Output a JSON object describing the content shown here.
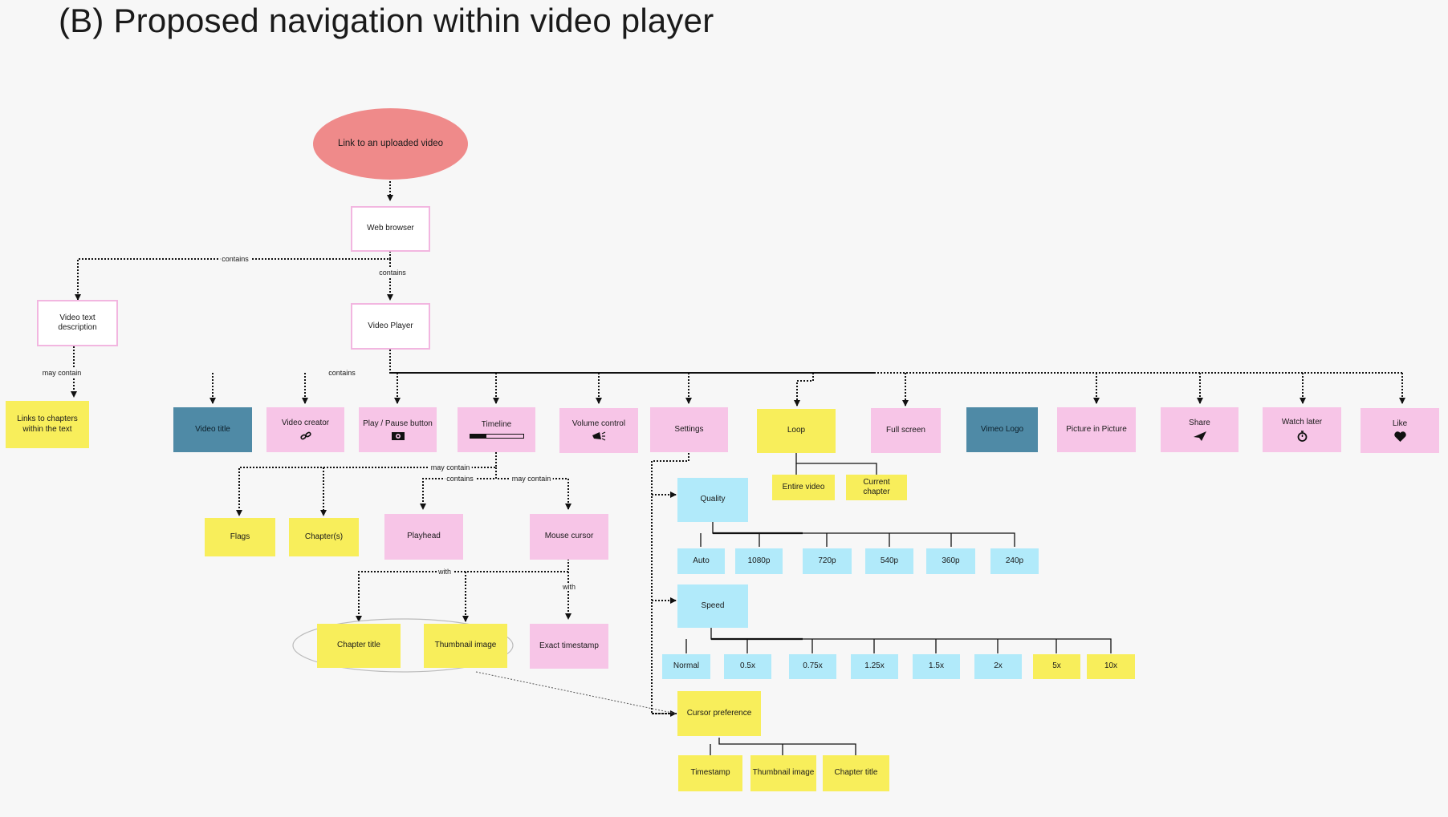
{
  "title": "(B) Proposed navigation within video player",
  "nodes": {
    "link": "Link to an uploaded video",
    "web_browser": "Web browser",
    "video_text_desc": "Video text description",
    "links_chapters": "Links to chapters within the text",
    "video_player": "Video Player",
    "video_title": "Video title",
    "video_creator": "Video creator",
    "play_pause": "Play / Pause button",
    "timeline": "Timeline",
    "volume": "Volume control",
    "settings": "Settings",
    "loop": "Loop",
    "fullscreen": "Full screen",
    "vimeo_logo": "Vimeo Logo",
    "pip": "Picture in Picture",
    "share": "Share",
    "watch_later": "Watch later",
    "like": "Like",
    "entire_video": "Entire video",
    "current_chapter": "Current chapter",
    "flags": "Flags",
    "chapters": "Chapter(s)",
    "playhead": "Playhead",
    "mouse_cursor": "Mouse cursor",
    "chapter_title": "Chapter title",
    "thumbnail_image": "Thumbnail image",
    "exact_timestamp": "Exact timestamp",
    "quality": "Quality",
    "q_auto": "Auto",
    "q_1080": "1080p",
    "q_720": "720p",
    "q_540": "540p",
    "q_360": "360p",
    "q_240": "240p",
    "speed": "Speed",
    "s_normal": "Normal",
    "s_05": "0.5x",
    "s_075": "0.75x",
    "s_125": "1.25x",
    "s_15": "1.5x",
    "s_2": "2x",
    "s_5": "5x",
    "s_10": "10x",
    "cursor_pref": "Cursor preference",
    "cp_timestamp": "Timestamp",
    "cp_thumbnail": "Thumbnail image",
    "cp_chapter_title": "Chapter title"
  },
  "labels": {
    "contains_1": "contains",
    "contains_2": "contains",
    "may_contain_1": "may contain",
    "contains_3": "contains",
    "may_contain_2": "may contain",
    "contains_4": "contains",
    "may_contain_3": "may contain",
    "with_1": "with",
    "with_2": "with"
  },
  "icons": {
    "video_creator": "link-icon",
    "play_pause": "camera-icon",
    "volume": "megaphone-icon",
    "share": "paper-plane-icon",
    "watch_later": "stopwatch-icon",
    "like": "heart-icon",
    "timeline": "progress-bar-icon"
  },
  "colors": {
    "pink": "#f7c5e7",
    "yellow": "#f8ee5b",
    "teal": "#4f8aa6",
    "cyan": "#b1eafa",
    "oval": "#ef8a8a"
  }
}
